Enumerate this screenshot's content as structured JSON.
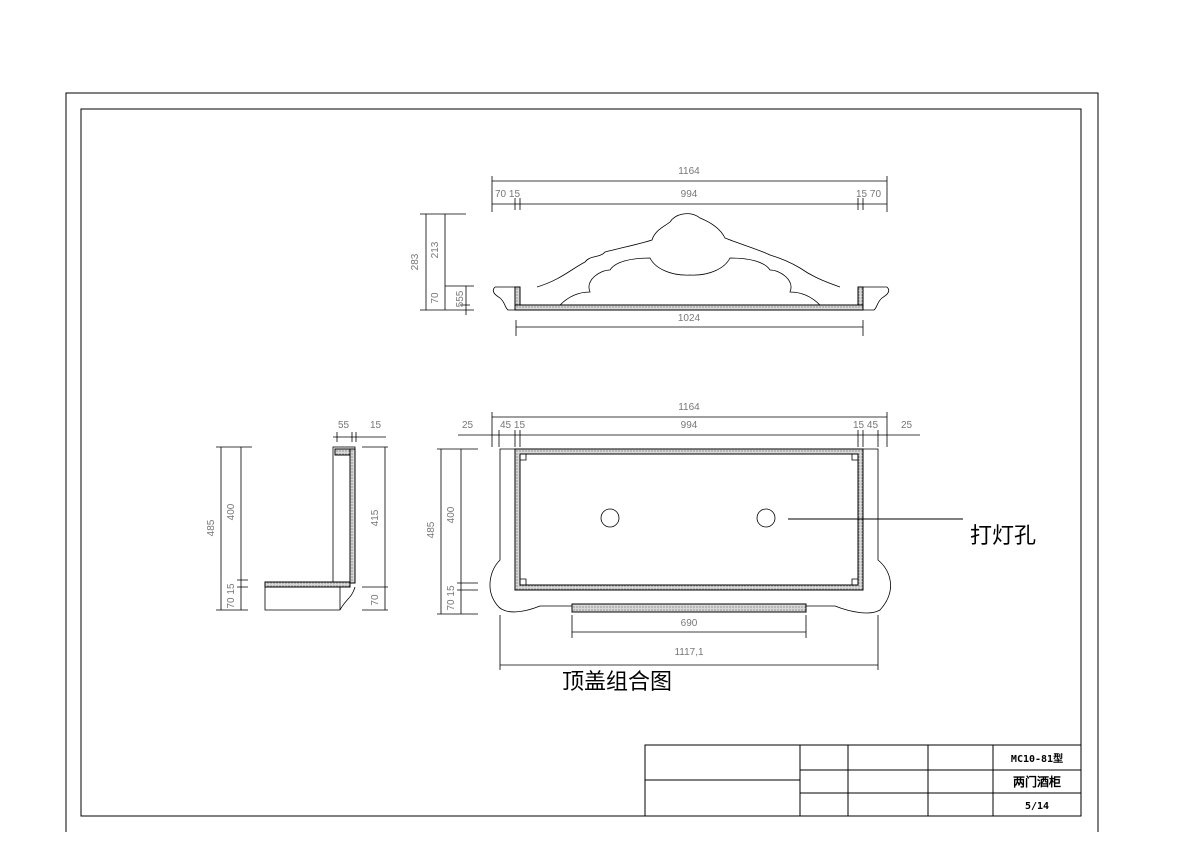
{
  "top_elevation": {
    "overall_width": "1164",
    "left_offsets": "70 15",
    "inner_width": "994",
    "right_offsets": "15 70",
    "bottom_width": "1024",
    "total_height": "283",
    "upper_height": "213",
    "lower_height": "70",
    "base_height": "555"
  },
  "side_section": {
    "total_height": "485",
    "upper_height": "400",
    "lower_offsets": "70 15",
    "top_thickness": "55",
    "side_thickness": "15",
    "board_height": "415",
    "base_height": "70"
  },
  "plan_view": {
    "overall_width": "1164",
    "left_margin": "25",
    "left_offsets": "45 15",
    "inner_width": "994",
    "right_offsets": "15 45",
    "right_margin": "25",
    "total_height": "485",
    "upper_height": "400",
    "lower_offsets": "70 15",
    "strip_width": "690",
    "base_width": "1117,1",
    "callout": "打灯孔"
  },
  "drawing_title": "顶盖组合图",
  "title_block": {
    "model": "MC10-81型",
    "name": "两门酒柜",
    "sheet": "5/14"
  }
}
